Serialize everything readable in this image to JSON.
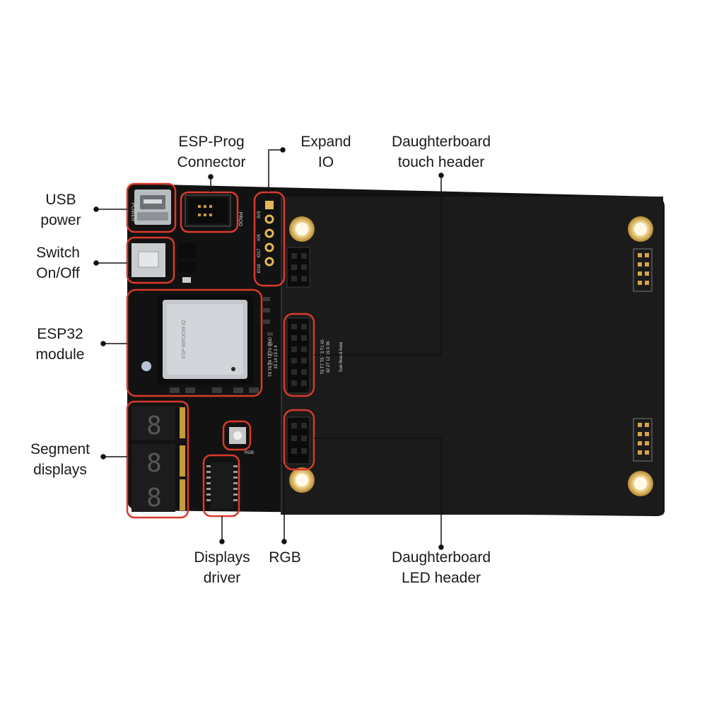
{
  "labels": {
    "usb_power": [
      "USB",
      "power"
    ],
    "switch": [
      "Switch",
      "On/Off"
    ],
    "esp32": [
      "ESP32",
      "module"
    ],
    "segment": [
      "Segment",
      "displays"
    ],
    "esp_prog": [
      "ESP-Prog",
      "Connector"
    ],
    "expand_io": [
      "Expand",
      "IO"
    ],
    "touch_header": [
      "Daughterboard",
      "touch header"
    ],
    "displays_driver": [
      "Displays",
      "driver"
    ],
    "rgb": [
      "RGB"
    ],
    "led_header": [
      "Daughterboard",
      "LED header"
    ]
  },
  "silkscreen": {
    "power": "POWER",
    "prog": "PROG",
    "sub_board": "Sub Board Area",
    "io_pins": [
      "3V3",
      "IO16",
      "IO17",
      "IO5"
    ],
    "touch_row1": "T9 T7 T5 T3 T1 IO",
    "touch_row2": "32 27 12 15 0 35",
    "touch_row3": "T8 T6 T4 T2 T0 GND",
    "touch_row4": "33 14 13 2 4",
    "module_text": "ESP-WROOM-32",
    "rgb": "RGB",
    "digits": [
      "8",
      "8",
      "8"
    ]
  },
  "colors": {
    "pcb": "#111111",
    "callout": "#d93a2b",
    "pad": "#e3b65a",
    "text": "#1a1a1a"
  }
}
